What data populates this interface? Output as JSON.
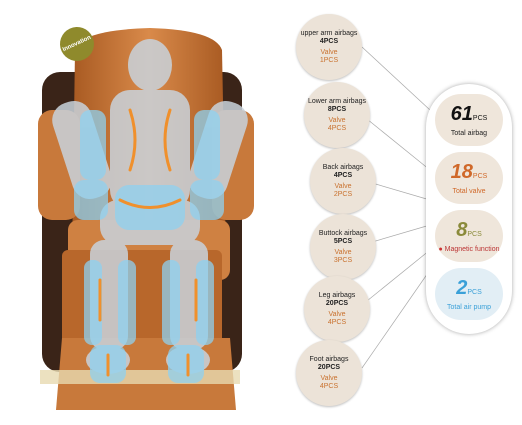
{
  "badge": "Innovation",
  "airbags": [
    {
      "name": "upper arm airbags",
      "count": "4PCS",
      "valve": "Valve",
      "valve_count": "1PCS"
    },
    {
      "name": "Lower arm airbags",
      "count": "8PCS",
      "valve": "Valve",
      "valve_count": "4PCS"
    },
    {
      "name": "Back airbags",
      "count": "4PCS",
      "valve": "Valve",
      "valve_count": "2PCS"
    },
    {
      "name": "Buttock airbags",
      "count": "5PCS",
      "valve": "Valve",
      "valve_count": "3PCS"
    },
    {
      "name": "Leg airbags",
      "count": "20PCS",
      "valve": "Valve",
      "valve_count": "4PCS"
    },
    {
      "name": "Foot airbags",
      "count": "20PCS",
      "valve": "Valve",
      "valve_count": "4PCS"
    }
  ],
  "totals": [
    {
      "number": "61",
      "unit": "PCS",
      "label": "Total airbag"
    },
    {
      "number": "18",
      "unit": "PCS",
      "label": "Total valve"
    },
    {
      "number": "8",
      "unit": "PCS",
      "label": "Magnetic function"
    },
    {
      "number": "2",
      "unit": "PCS",
      "label": "Total air pump"
    }
  ],
  "colors": {
    "chair": "#c7763a",
    "airbag": "#8fd1f0",
    "bubble": "#ece3d8",
    "valve": "#c9722f"
  }
}
